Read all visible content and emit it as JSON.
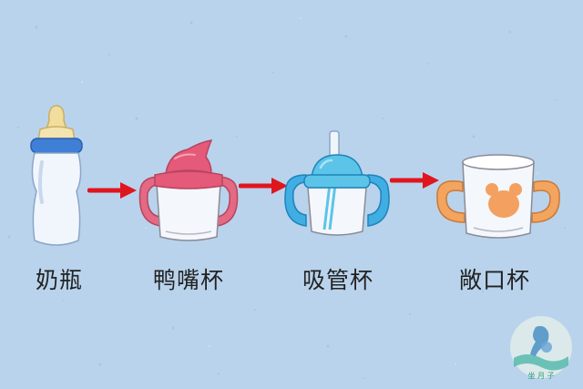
{
  "stages": [
    {
      "label": "奶瓶",
      "icon": "baby-bottle-icon"
    },
    {
      "label": "鸭嘴杯",
      "icon": "duckbill-cup-icon"
    },
    {
      "label": "吸管杯",
      "icon": "straw-cup-icon"
    },
    {
      "label": "敞口杯",
      "icon": "open-cup-icon"
    }
  ],
  "colors": {
    "background": "#b9d3ec",
    "arrow": "#e0161e",
    "bottle_nipple": "#f1dd9c",
    "bottle_collar": "#3f80d6",
    "duckbill_spout": "#e45a78",
    "duckbill_handles": "#e46a84",
    "straw_cup_lid": "#5cc4e8",
    "straw_cup_handles": "#40aee2",
    "open_cup_handles": "#f3a45e",
    "open_cup_bear": "#f4a060"
  },
  "watermark": {
    "icon": "mother-baby-logo-icon",
    "text": "坐 月 子"
  }
}
